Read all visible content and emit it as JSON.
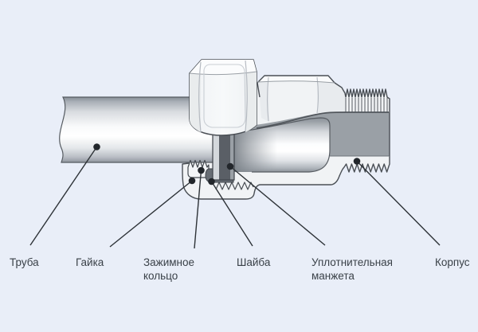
{
  "diagram": {
    "labels": {
      "pipe": "Труба",
      "nut": "Гайка",
      "clamp_ring": "Зажимное кольцо",
      "washer": "Шайба",
      "sealing_cuff": "Уплотнительная манжета",
      "body": "Корпус"
    },
    "colors": {
      "background": "#e9eef8",
      "outline": "#4a4f55",
      "section-gray": "#9aa0a6",
      "callout": "#2d3237",
      "label-text": "#3a4148"
    }
  }
}
